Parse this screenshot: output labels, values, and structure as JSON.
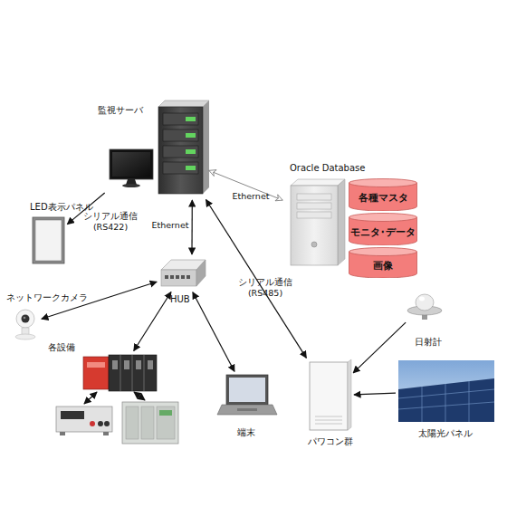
{
  "diagram": {
    "nodes": [
      {
        "text": [
          "監視サーバ"
        ]
      },
      {
        "text": [
          "Oracle Database"
        ]
      },
      {
        "text": [
          "各種マスタ"
        ],
        "in": 1
      },
      {
        "text": [
          "モニタ･データ"
        ],
        "in": 1
      },
      {
        "text": [
          "画像"
        ],
        "in": 1
      },
      {
        "text": [
          "LED表示パネル"
        ]
      },
      {
        "text": [
          "HUB"
        ]
      },
      {
        "text": [
          "ネットワークカメラ"
        ]
      },
      {
        "text": [
          "日射計"
        ]
      },
      {
        "text": [
          "各設備"
        ]
      },
      {
        "text": [
          "端末"
        ]
      },
      {
        "text": [
          "パワコン群"
        ]
      },
      {
        "text": [
          "太陽光パネル"
        ]
      }
    ],
    "edges": [
      {
        "from": 0,
        "to": 5,
        "arrow": "to",
        "label": "シリアル通信 (RS422)"
      },
      {
        "from": 0,
        "to": 6,
        "arrow": "both",
        "label": "Ethernet"
      },
      {
        "from": 0,
        "to": 1,
        "arrow": "both",
        "label": "Ethernet"
      },
      {
        "from": 0,
        "to": 11,
        "arrow": "both",
        "label": "シリアル通信 (RS485)"
      },
      {
        "from": 6,
        "to": 7,
        "arrow": "both"
      },
      {
        "from": 6,
        "to": 9,
        "arrow": "both"
      },
      {
        "from": 6,
        "to": 10,
        "arrow": "both"
      },
      {
        "from": 8,
        "to": 11,
        "arrow": "to"
      },
      {
        "from": 12,
        "to": 11,
        "arrow": "to"
      }
    ]
  }
}
